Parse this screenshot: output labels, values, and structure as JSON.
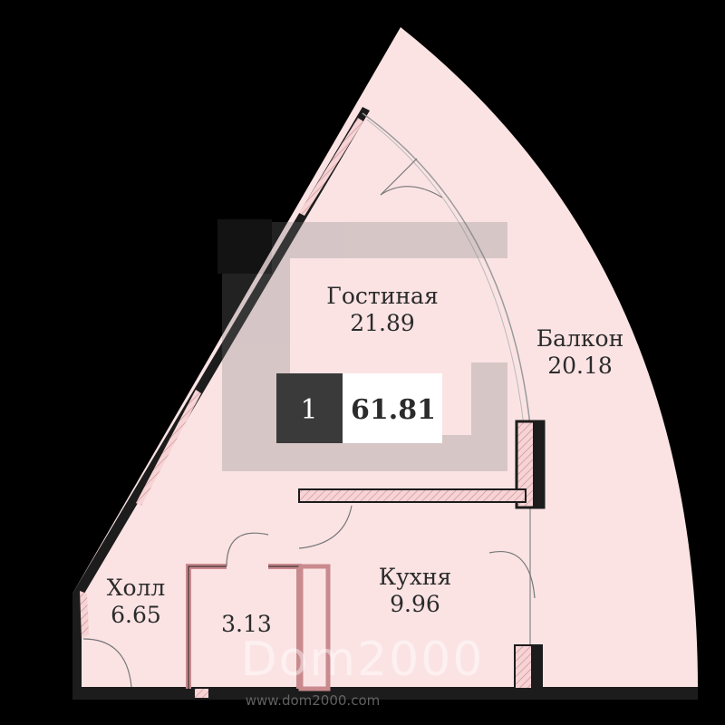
{
  "plan": {
    "rooms": [
      {
        "id": "living",
        "name": "Гостиная",
        "area": "21.89"
      },
      {
        "id": "balcony",
        "name": "Балкон",
        "area": "20.18"
      },
      {
        "id": "kitchen",
        "name": "Кухня",
        "area": "9.96"
      },
      {
        "id": "hall",
        "name": "Холл",
        "area": "6.65"
      },
      {
        "id": "bath",
        "name": "",
        "area": "3.13"
      }
    ],
    "badge": {
      "rooms": "1",
      "total_area": "61.81"
    }
  },
  "watermark": {
    "text": "Dom2000",
    "url": "www.dom2000.com"
  },
  "colors": {
    "background": "#000000",
    "floor": "#fbe3e4",
    "wall": "#1c1c1c",
    "hatch": "#c98a8e",
    "badge_dark": "#3a3a3a",
    "badge_light": "#ffffff"
  }
}
